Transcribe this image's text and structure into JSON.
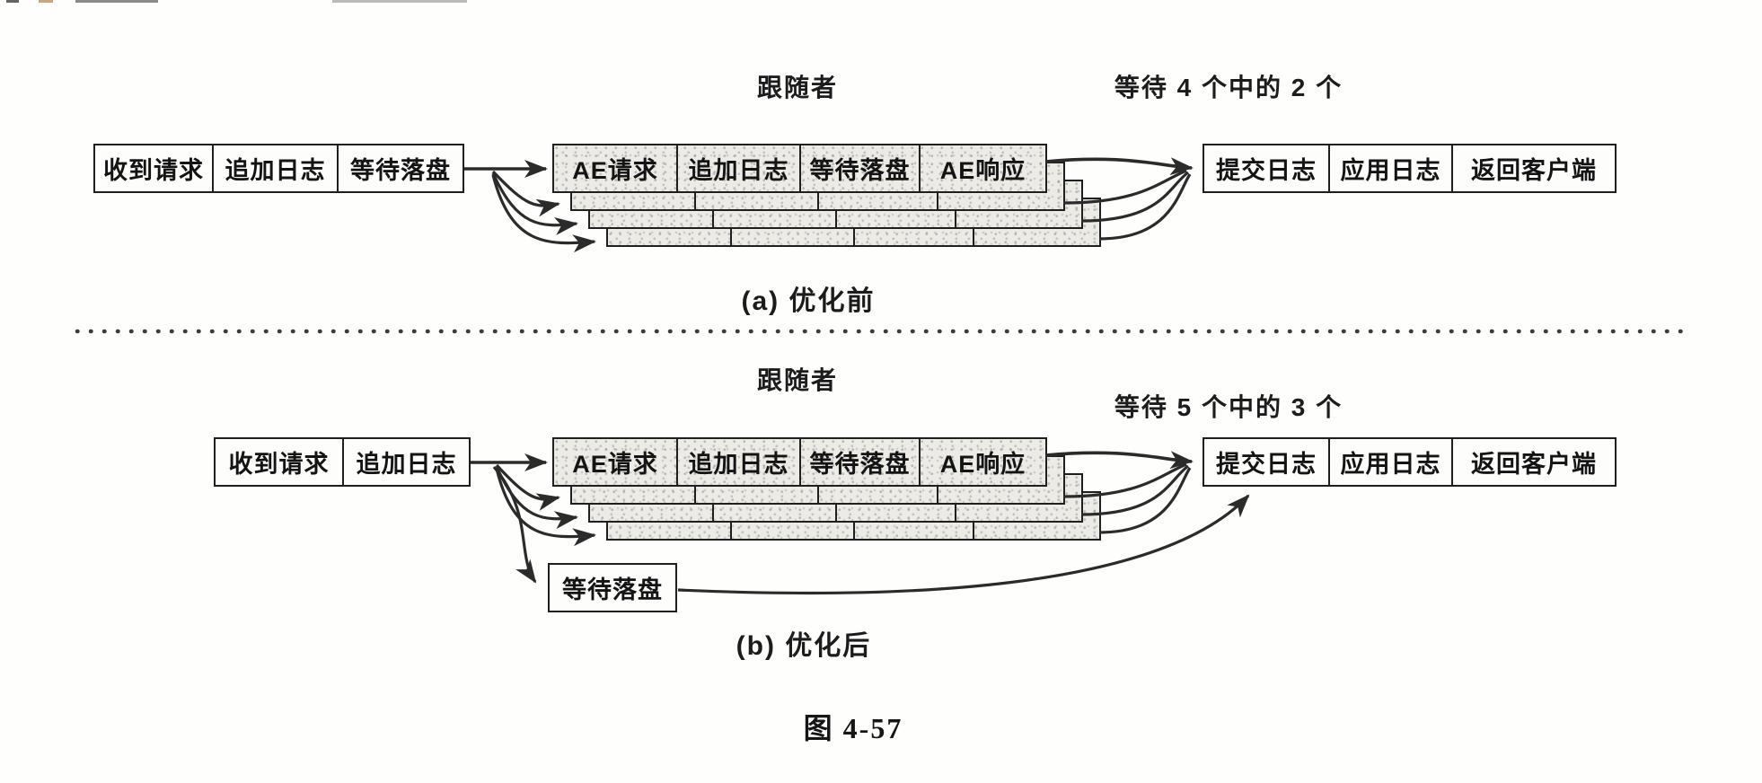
{
  "figure": {
    "caption": "图 4-57"
  },
  "panel_a": {
    "caption": "(a) 优化前",
    "follower_label": "跟随者",
    "quorum_label": "等待 4 个中的 2 个",
    "leader_cells": [
      "收到请求",
      "追加日志",
      "等待落盘"
    ],
    "follower_cells": [
      "AE请求",
      "追加日志",
      "等待落盘",
      "AE响应"
    ],
    "commit_cells": [
      "提交日志",
      "应用日志",
      "返回客户端"
    ]
  },
  "panel_b": {
    "caption": "(b) 优化后",
    "follower_label": "跟随者",
    "quorum_label": "等待 5 个中的 3 个",
    "leader_cells": [
      "收到请求",
      "追加日志"
    ],
    "follower_cells": [
      "AE请求",
      "追加日志",
      "等待落盘",
      "AE响应"
    ],
    "commit_cells": [
      "提交日志",
      "应用日志",
      "返回客户端"
    ],
    "wait_disk_label": "等待落盘"
  },
  "colors": {
    "ink": "#1f1f1f",
    "stipple_fill": "#edebe6",
    "paper": "#fefefd"
  }
}
